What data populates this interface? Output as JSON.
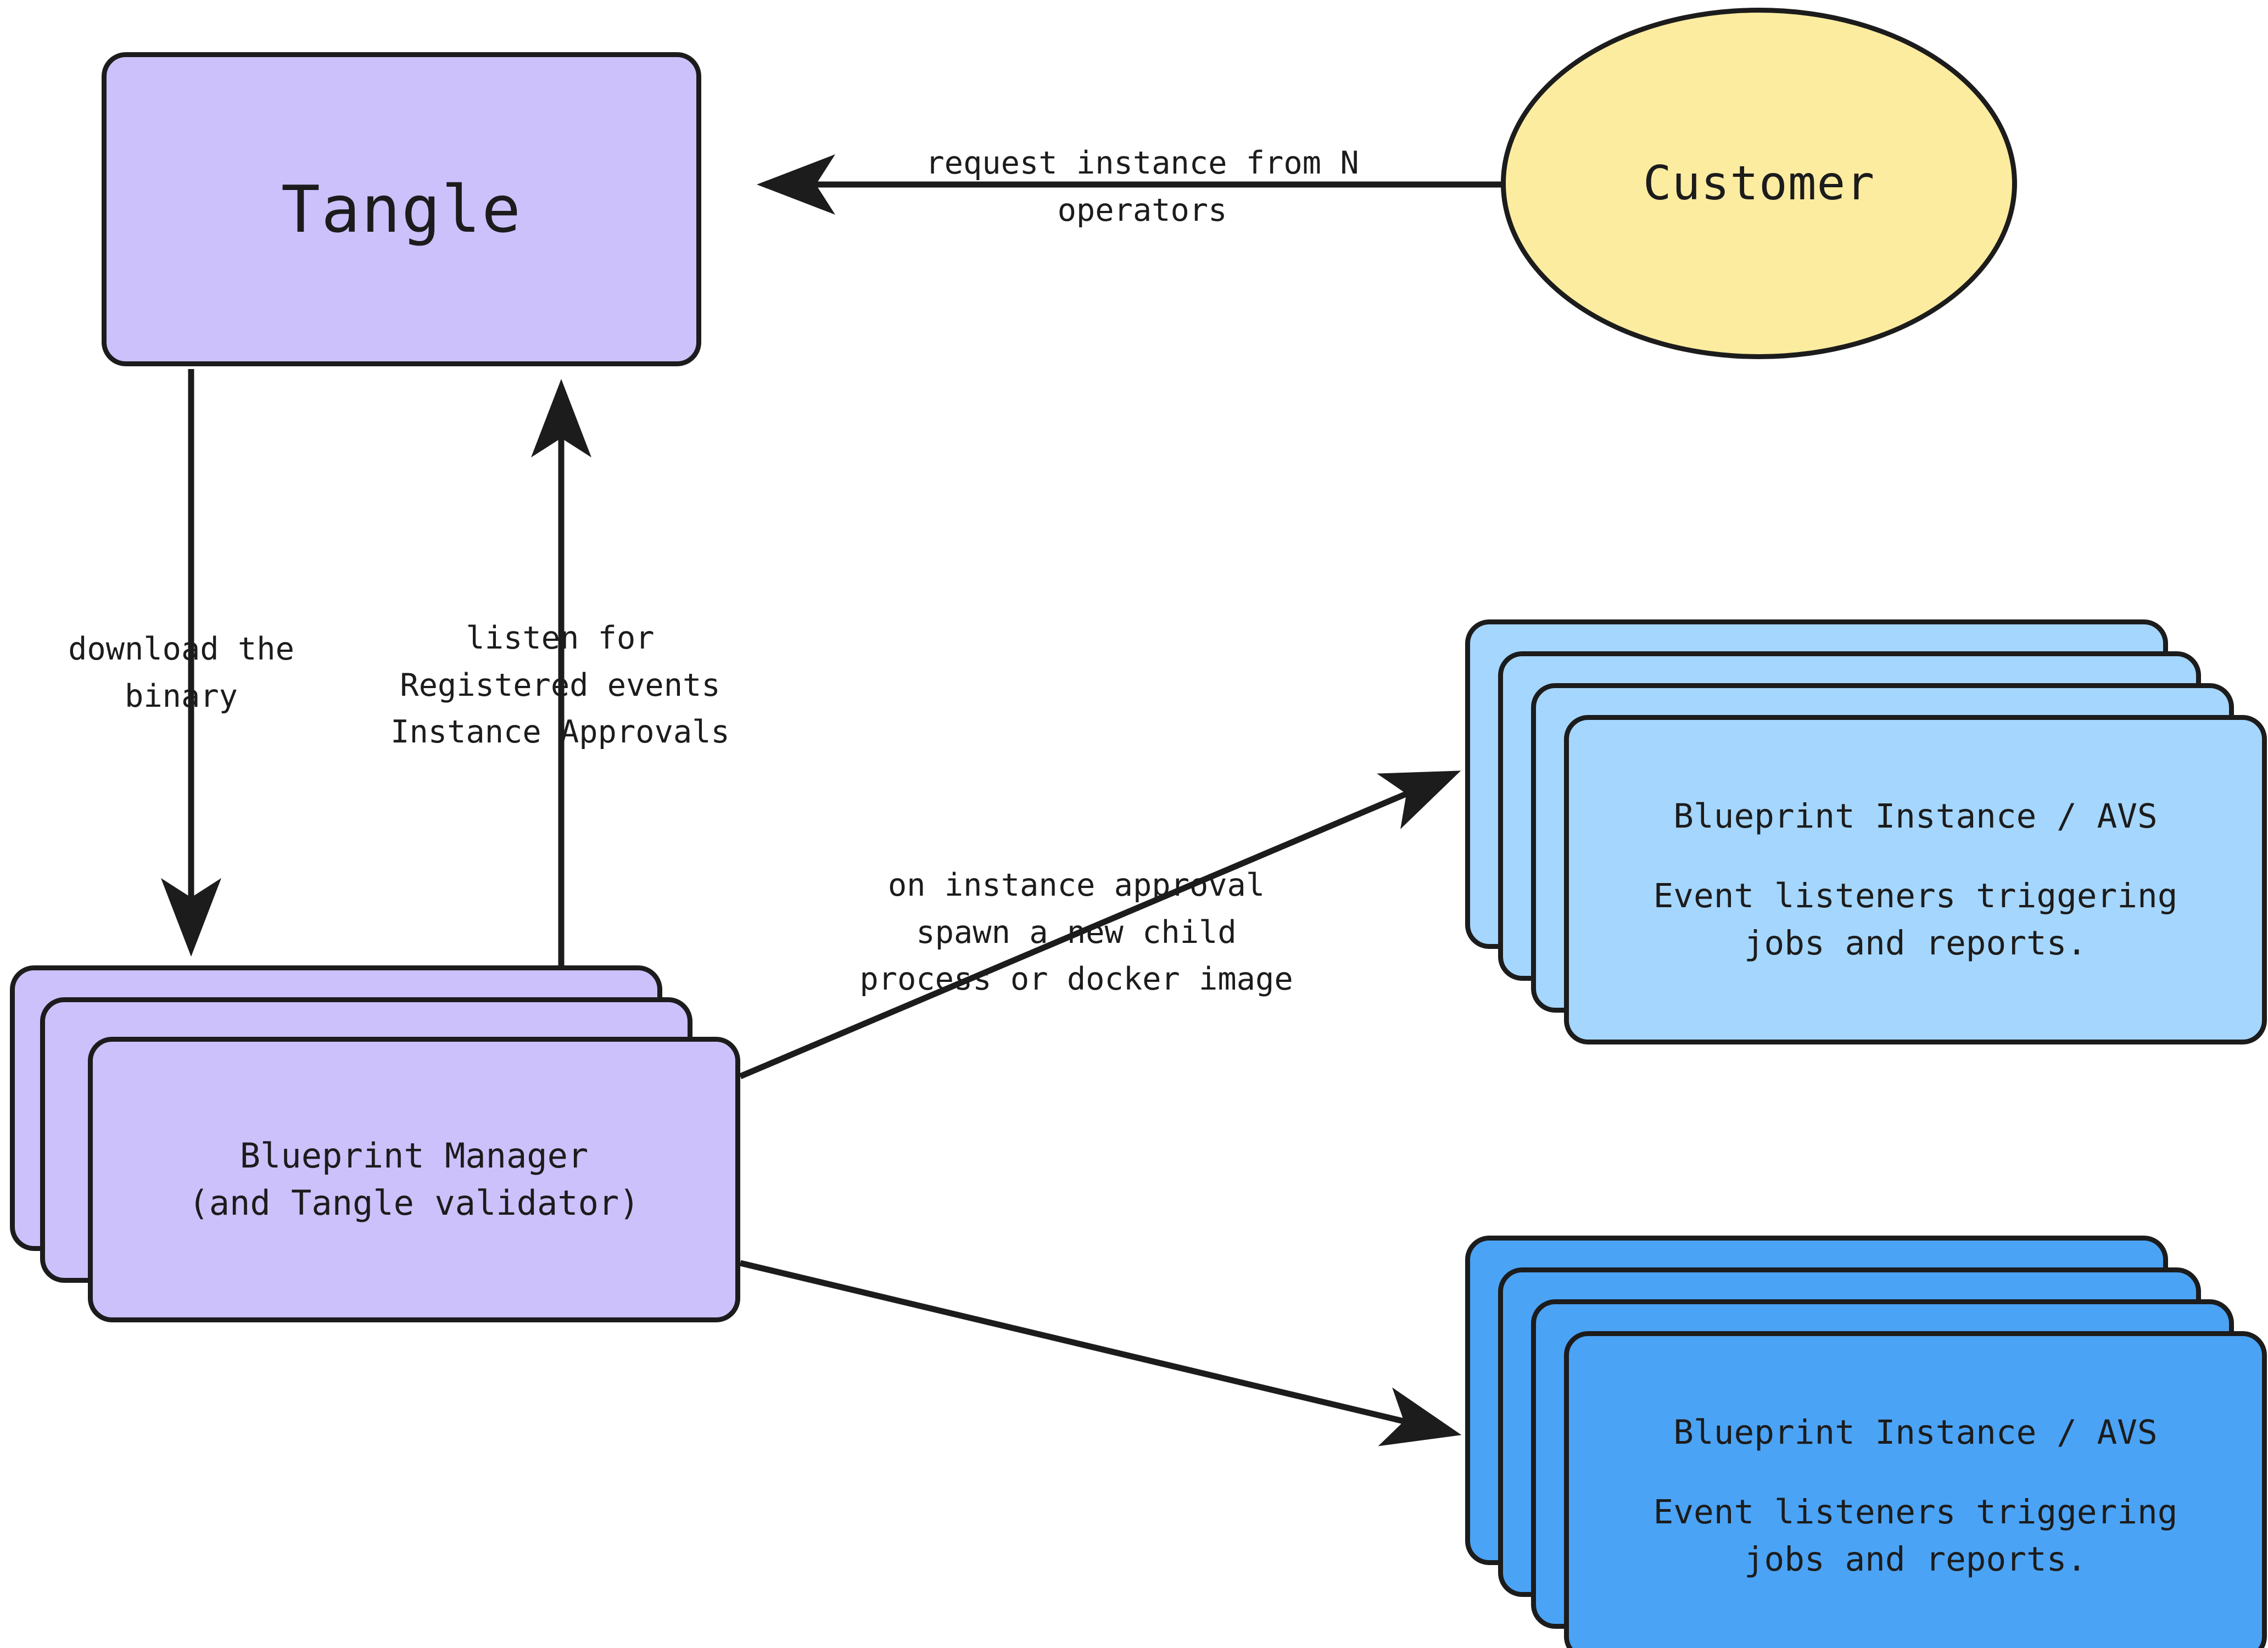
{
  "diagram": {
    "title": "Blueprint Architecture Flow",
    "background_color": "#ffffff",
    "stroke_color": "#1c1c1c"
  },
  "colors": {
    "purple": "#CDC1FC",
    "yellow": "#FCECA0",
    "light_blue": "#A5D6FD",
    "dark_blue": "#4BA3F5",
    "stroke": "#1c1c1c"
  },
  "nodes": {
    "tangle": {
      "label": "Tangle",
      "shape": "rounded-rect",
      "fill": "#CDC1FC"
    },
    "customer": {
      "label": "Customer",
      "shape": "ellipse",
      "fill": "#FCECA0"
    },
    "blueprint_manager": {
      "line1": "Blueprint Manager",
      "line2": "(and Tangle validator)",
      "shape": "stacked-rounded-rect",
      "card_count": 3,
      "fill": "#CDC1FC"
    },
    "avs_light": {
      "title": "Blueprint Instance / AVS",
      "body_line1": "Event listeners triggering",
      "body_line2": "jobs and reports.",
      "shape": "stacked-rounded-rect",
      "card_count": 4,
      "fill": "#A5D6FD"
    },
    "avs_dark": {
      "title": "Blueprint Instance / AVS",
      "body_line1": "Event listeners triggering",
      "body_line2": "jobs and reports.",
      "shape": "stacked-rounded-rect",
      "card_count": 4,
      "fill": "#4BA3F5"
    }
  },
  "edges": [
    {
      "id": "customer-to-tangle",
      "from": "customer",
      "to": "tangle",
      "label": "request instance from N\noperators",
      "arrowhead": "to"
    },
    {
      "id": "tangle-to-blueprint-manager",
      "from": "tangle",
      "to": "blueprint_manager",
      "label": "download the\nbinary",
      "arrowhead": "to"
    },
    {
      "id": "blueprint-manager-to-tangle",
      "from": "blueprint_manager",
      "to": "tangle",
      "label": "listen for\nRegistered events\nInstance Approvals",
      "arrowhead": "to"
    },
    {
      "id": "blueprint-manager-to-avs-light",
      "from": "blueprint_manager",
      "to": "avs_light",
      "label": "on instance approval\nspawn a new child\nprocess or docker image",
      "arrowhead": "to"
    },
    {
      "id": "blueprint-manager-to-avs-dark",
      "from": "blueprint_manager",
      "to": "avs_dark",
      "label": "",
      "arrowhead": "to"
    }
  ]
}
